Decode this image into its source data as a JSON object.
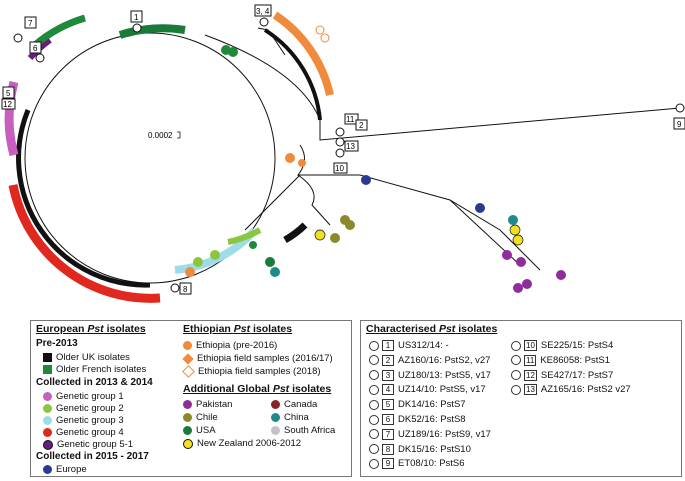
{
  "scale_label": "0.0002",
  "tree_labels": [
    "1",
    "3, 4",
    "7",
    "6",
    "5",
    "12",
    "11",
    "2",
    "13",
    "10",
    "9",
    "8"
  ],
  "european": {
    "title_pre": "European ",
    "title_it": "Pst",
    "title_post": " isolates",
    "pre2013": "Pre-2013",
    "uk": "Older UK isolates",
    "french": "Older French isolates",
    "c2013": "Collected in 2013 & 2014",
    "g1": "Genetic group 1",
    "g2": "Genetic group 2",
    "g3": "Genetic group 3",
    "g4": "Genetic group 4",
    "g51": "Genetic group 5-1",
    "c2015": "Collected in 2015 - 2017",
    "europe": "Europe"
  },
  "ethiopian": {
    "title_pre": "Ethiopian ",
    "title_it": "Pst",
    "title_post": " isolates",
    "pre2016": "Ethiopia (pre-2016)",
    "field1617": "Ethiopia field samples (2016/17)",
    "field2018": "Ethiopia field samples (2018)"
  },
  "global": {
    "title_pre": "Additional Global ",
    "title_it": "Pst",
    "title_post": " isolates",
    "pakistan": "Pakistan",
    "canada": "Canada",
    "chile": "Chile",
    "china": "China",
    "usa": "USA",
    "southafrica": "South Africa",
    "nz": "New Zealand 2006-2012"
  },
  "characterised": {
    "title_pre": "Characterised ",
    "title_it": "Pst",
    "title_post": " isolates",
    "items": [
      {
        "n": "1",
        "t": "US312/14: -"
      },
      {
        "n": "2",
        "t": "AZ160/16: PstS2, v27"
      },
      {
        "n": "3",
        "t": "UZ180/13: PstS5, v17"
      },
      {
        "n": "4",
        "t": "UZ14/10: PstS5, v17"
      },
      {
        "n": "5",
        "t": "DK14/16: PstS7"
      },
      {
        "n": "6",
        "t": "DK52/16: PstS8"
      },
      {
        "n": "7",
        "t": "UZ189/16: PstS9, v17"
      },
      {
        "n": "8",
        "t": "DK15/16: PstS10"
      },
      {
        "n": "9",
        "t": "ET08/10: PstS6"
      },
      {
        "n": "10",
        "t": "SE225/15: PstS4"
      },
      {
        "n": "11",
        "t": "KE86058: PstS1"
      },
      {
        "n": "12",
        "t": "SE427/17: PstS7"
      },
      {
        "n": "13",
        "t": "AZ165/16: PstS2 v27"
      }
    ]
  },
  "colors": {
    "uk": "#111111",
    "french": "#1e8a3c",
    "g1": "#c85ec0",
    "g2": "#8cc63f",
    "g3": "#9fdcea",
    "g4": "#e0281e",
    "g51": "#6a1b7e",
    "europe": "#2b3a8f",
    "ethiopia": "#f08a3c",
    "pakistan": "#8e2d9b",
    "canada": "#8b2323",
    "chile": "#8a8a2a",
    "china": "#1e8a8a",
    "usa": "#1a7a3a",
    "southafrica": "#c8c0c8",
    "nz": "#f2e21e"
  }
}
